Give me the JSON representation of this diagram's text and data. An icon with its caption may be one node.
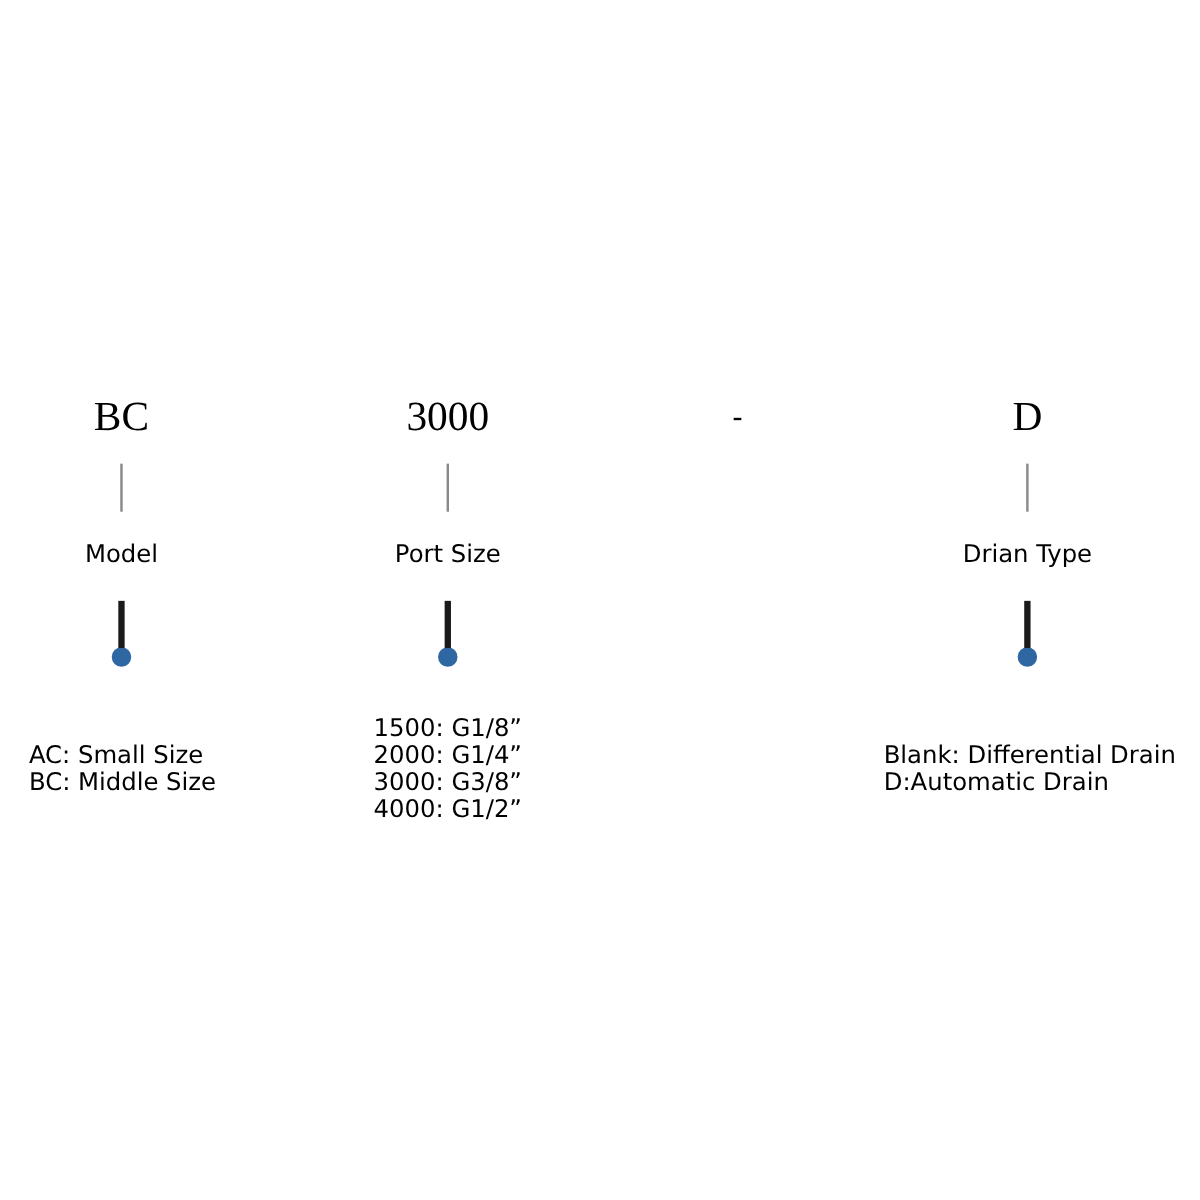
{
  "diagram": {
    "nodes": [
      {
        "text": [
          "BC"
        ]
      },
      {
        "text": [
          "Model"
        ]
      },
      {
        "text": [],
        "shape": "circle",
        "beside": [
          "AC: Small Size",
          "BC: Middle Size"
        ]
      },
      {
        "text": [
          "3000"
        ]
      },
      {
        "text": [
          "Port Size"
        ]
      },
      {
        "text": [],
        "shape": "circle",
        "beside": [
          "1500: G1/8”",
          "2000: G1/4”",
          "3000: G3/8”",
          "4000: G1/2”"
        ]
      },
      {
        "text": [
          "D"
        ]
      },
      {
        "text": [
          "Drian Type"
        ]
      },
      {
        "text": [],
        "shape": "circle",
        "beside": [
          "Blank: Differential Drain",
          "D:Automatic Drain"
        ]
      }
    ],
    "edges": [
      {
        "from": 0,
        "to": 1,
        "arrow": "none"
      },
      {
        "from": 1,
        "to": 2,
        "arrow": "none",
        "style": "thick",
        "color": "#1a1a1a"
      },
      {
        "from": 3,
        "to": 4,
        "arrow": "none"
      },
      {
        "from": 4,
        "to": 5,
        "arrow": "none",
        "style": "thick",
        "color": "#1a1a1a"
      },
      {
        "from": 6,
        "to": 7,
        "arrow": "none"
      },
      {
        "from": 7,
        "to": 8,
        "arrow": "none",
        "style": "thick",
        "color": "#1a1a1a"
      }
    ],
    "labels": [
      "-"
    ]
  }
}
